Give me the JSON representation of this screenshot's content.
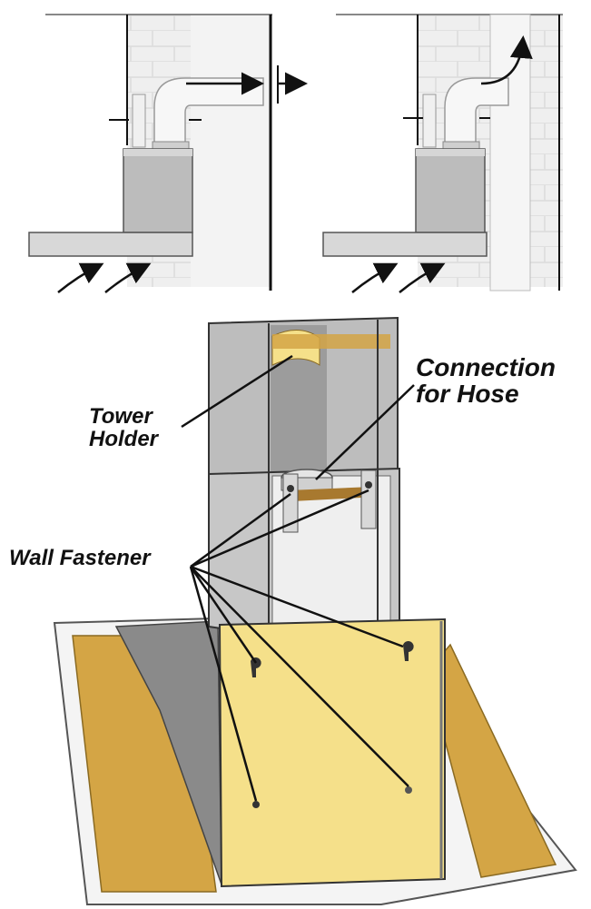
{
  "labels": {
    "tower_holder": [
      "Tower",
      "Holder"
    ],
    "connection_for_hose": [
      "Connection",
      "for Hose"
    ],
    "wall_fastener": "Wall Fastener"
  },
  "colors": {
    "panel_yellow": "#f5e08a",
    "panel_gold": "#d4a545",
    "steel": "#bdbdbd",
    "steel_dark": "#7f7f7f",
    "wall": "#eeeeee",
    "line": "#111111"
  },
  "icons": [
    "airflow-arrow-icon",
    "keyhole-slot-icon"
  ]
}
